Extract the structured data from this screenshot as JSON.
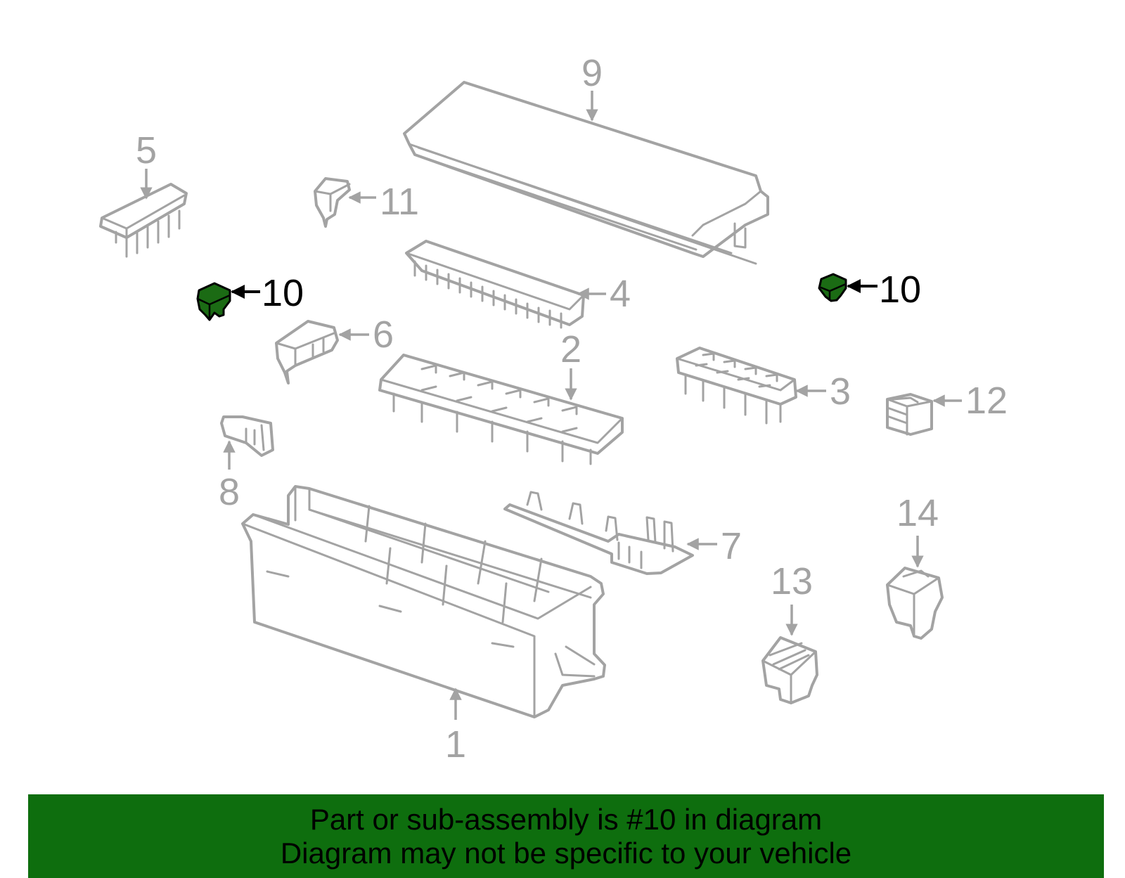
{
  "diagram": {
    "highlight_color": "#0e6e0e",
    "part_line_color": "#a3a3a3",
    "callouts": {
      "c1": "1",
      "c2": "2",
      "c3": "3",
      "c4": "4",
      "c5": "5",
      "c6": "6",
      "c7": "7",
      "c8": "8",
      "c9": "9",
      "c10_left": "10",
      "c10_right": "10",
      "c11": "11",
      "c12": "12",
      "c13": "13",
      "c14": "14"
    }
  },
  "banner": {
    "line1": "Part or sub-assembly is #10 in diagram",
    "line2": "Diagram may not be specific to your vehicle",
    "background": "#0e6e0e"
  }
}
